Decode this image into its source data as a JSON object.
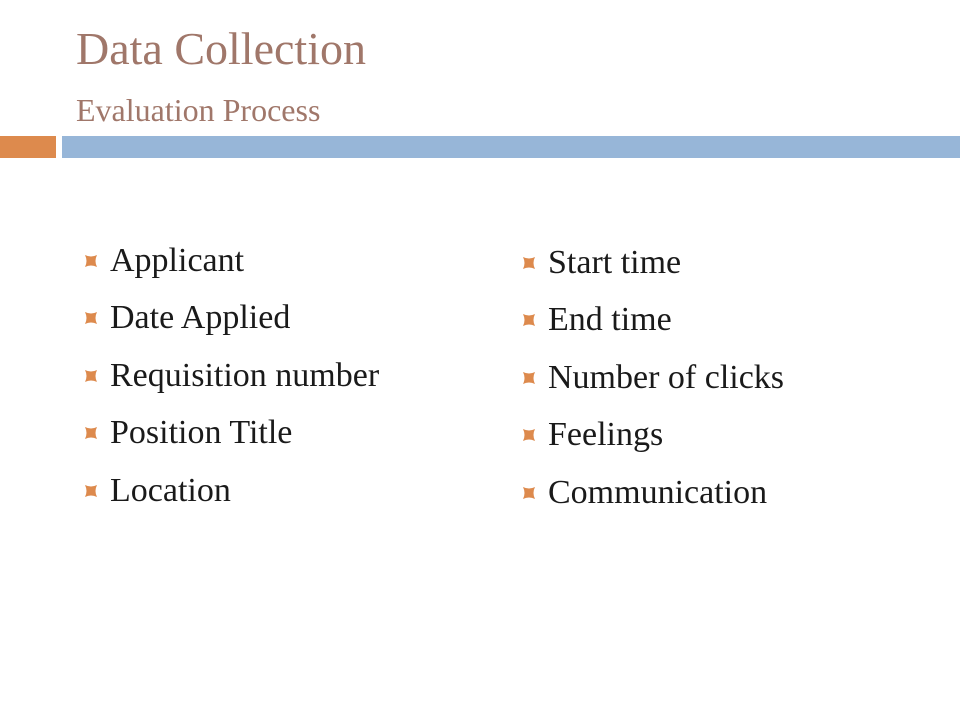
{
  "slide": {
    "title": "Data Collection",
    "subtitle": "Evaluation Process",
    "colors": {
      "heading": "#a0776a",
      "accent_orange": "#dd8a4d",
      "accent_blue": "#97b6d8",
      "bullet": "#dd8a4d",
      "body_text": "#1a1a1a"
    },
    "bullet_icon": "quatrefoil-bullet-icon",
    "left_list": [
      "Applicant",
      "Date Applied",
      "Requisition number",
      "Position Title",
      "Location"
    ],
    "right_list": [
      "Start time",
      "End time",
      "Number of clicks",
      "Feelings",
      "Communication"
    ]
  }
}
